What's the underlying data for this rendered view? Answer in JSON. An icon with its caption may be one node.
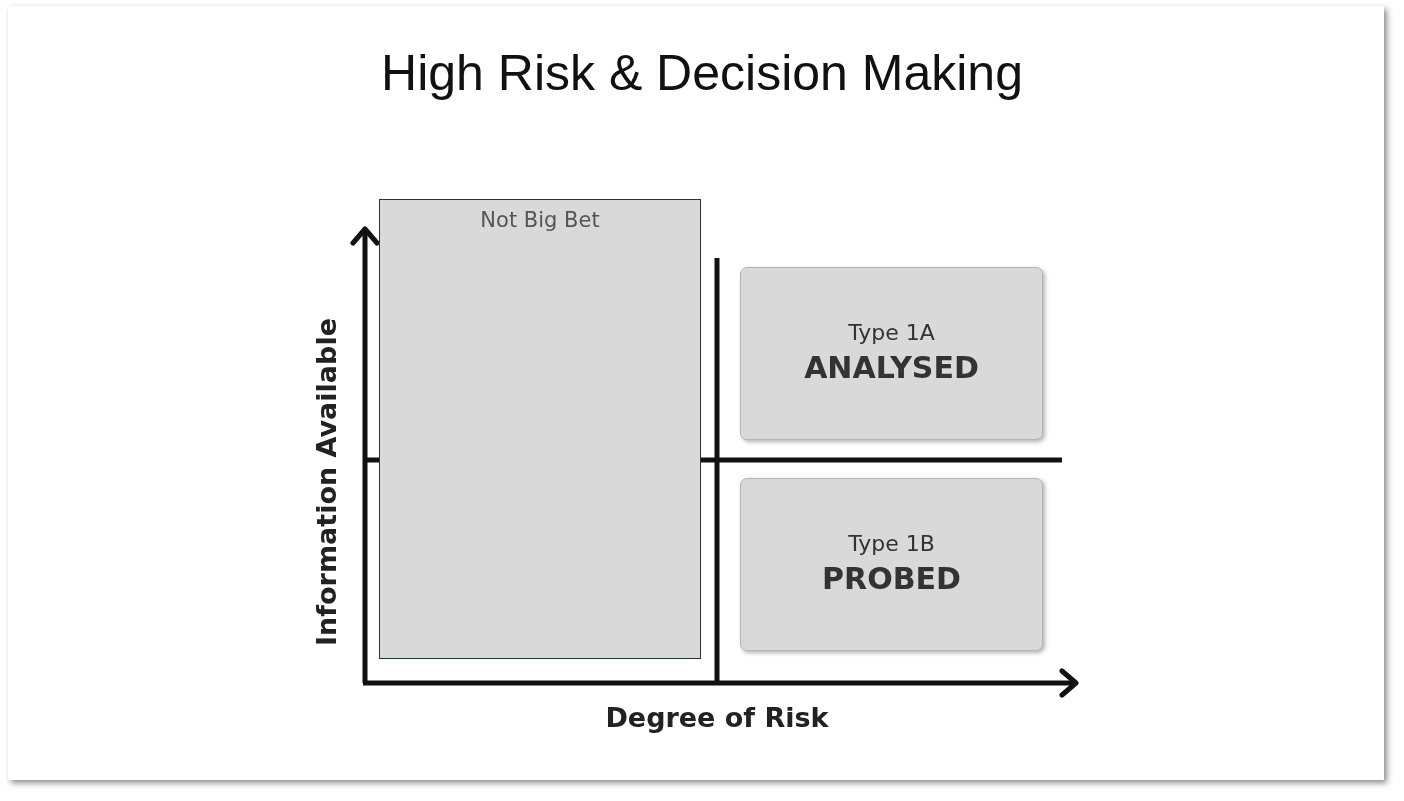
{
  "diagram": {
    "title": "High Risk & Decision Making",
    "nodes": [
      {
        "text": [
          "Not Big Bet"
        ]
      },
      {
        "text": [
          "Type 1A",
          "ANALYSED"
        ]
      },
      {
        "text": [
          "Type 1B",
          "PROBED"
        ]
      }
    ],
    "labels": [
      "Information Available",
      "Degree of Risk"
    ]
  }
}
